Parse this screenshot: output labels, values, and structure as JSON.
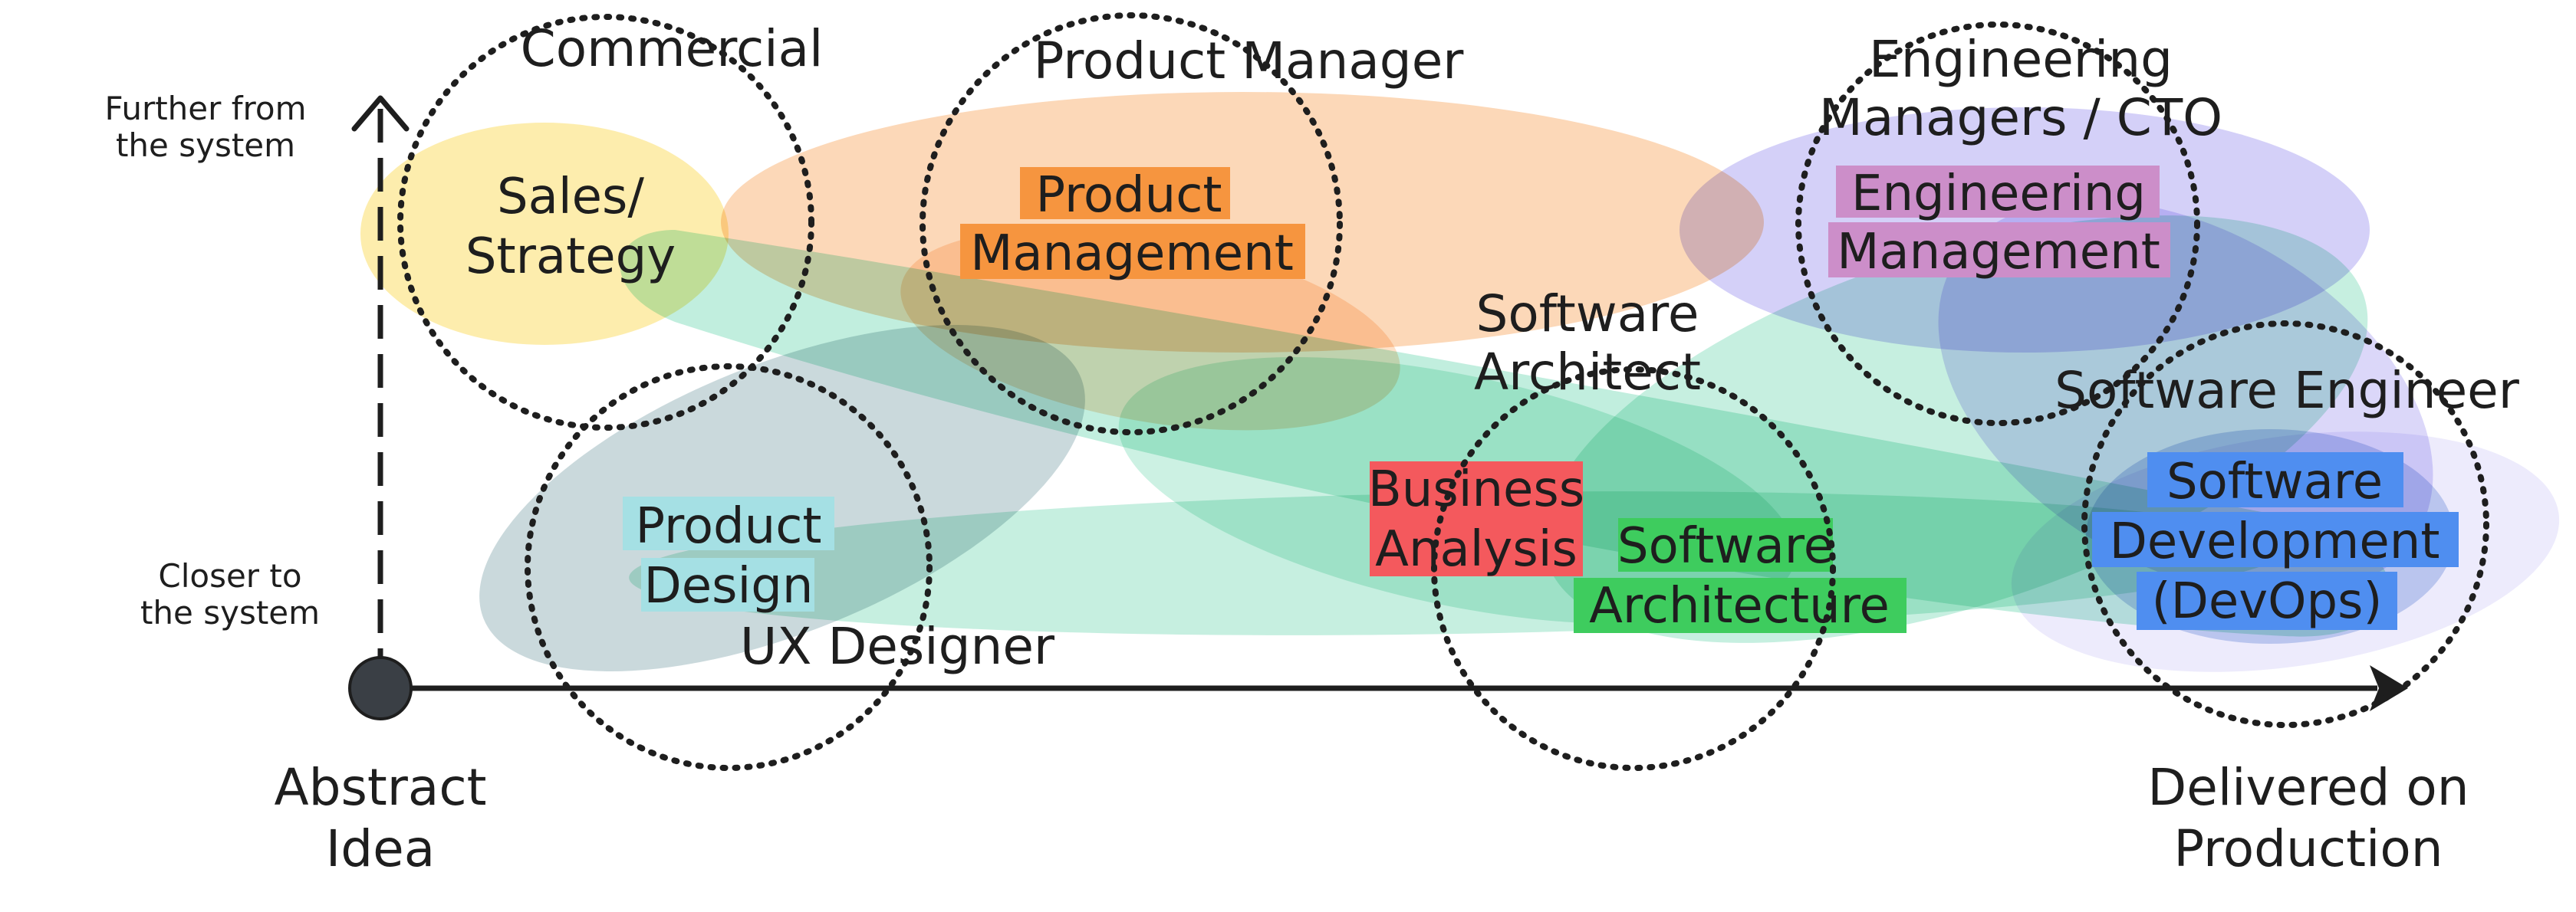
{
  "colors": {
    "ink": "#1e1e1e",
    "sales": "#fce68a",
    "product": "#fbc89a",
    "engineering": "#b8b0f4",
    "teal": "#8ee0c2",
    "grayblue": "#a7c0c4",
    "softdev": "#9ab4e6",
    "product_design_box": "#a5e0e4",
    "product_mgmt_box": "#f6953f",
    "eng_mgmt_box": "#cc8ec9",
    "business_box": "#f4595d",
    "arch_box": "#3ecc5e",
    "dev_box": "#4f8ef0",
    "axis_dot": "#3a3f45"
  },
  "axes": {
    "y_top_label": [
      "Further from",
      "the system"
    ],
    "y_bottom_label": [
      "Closer to",
      "the system"
    ],
    "x_start_label": [
      "Abstract",
      "Idea"
    ],
    "x_end_label": [
      "Delivered on",
      "Production"
    ]
  },
  "roles": {
    "commercial": "Commercial",
    "product_manager": "Product Manager",
    "engineering_managers": [
      "Engineering",
      "Managers / CTO"
    ],
    "software_architect": [
      "Software",
      "Architect"
    ],
    "software_engineer": "Software Engineer",
    "ux_designer": "UX Designer"
  },
  "functions": {
    "sales_strategy": [
      "Sales/",
      "Strategy"
    ],
    "product_management": [
      "Product",
      "Management"
    ],
    "engineering_management": [
      "Engineering",
      "Management"
    ],
    "product_design": [
      "Product",
      "Design"
    ],
    "business_analysis": [
      "Business",
      "Analysis"
    ],
    "software_architecture": [
      "Software",
      "Architecture"
    ],
    "software_development": [
      "Software",
      "Development",
      "(DevOps)"
    ]
  }
}
